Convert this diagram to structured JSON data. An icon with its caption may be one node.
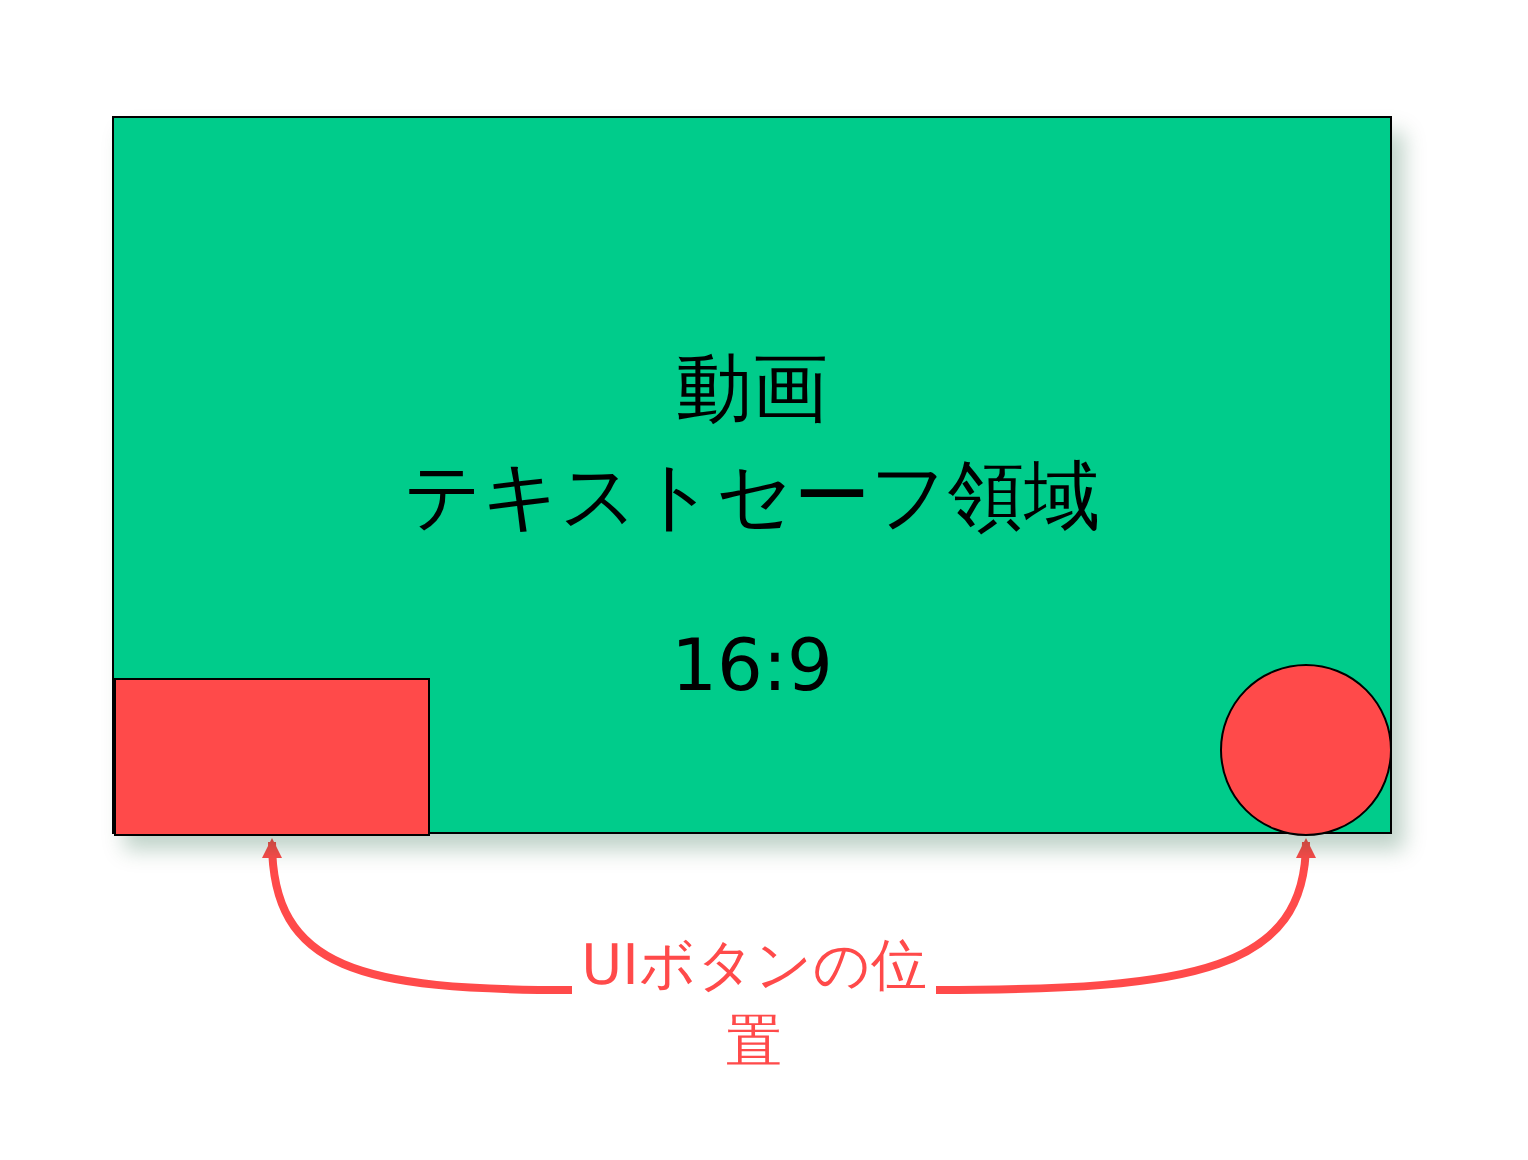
{
  "diagram": {
    "nodes": [
      {
        "text": [
          "動画",
          "テキストセーフ領域",
          "16:9"
        ]
      },
      {
        "text": [],
        "shape": "box",
        "in": 0
      },
      {
        "text": [],
        "shape": "circle",
        "in": 0
      },
      {
        "text": [
          "UIボタンの位置"
        ]
      }
    ],
    "edges": [
      {
        "from": 3,
        "to": 1,
        "arrow": "to"
      },
      {
        "from": 3,
        "to": 2,
        "arrow": "to"
      }
    ]
  }
}
